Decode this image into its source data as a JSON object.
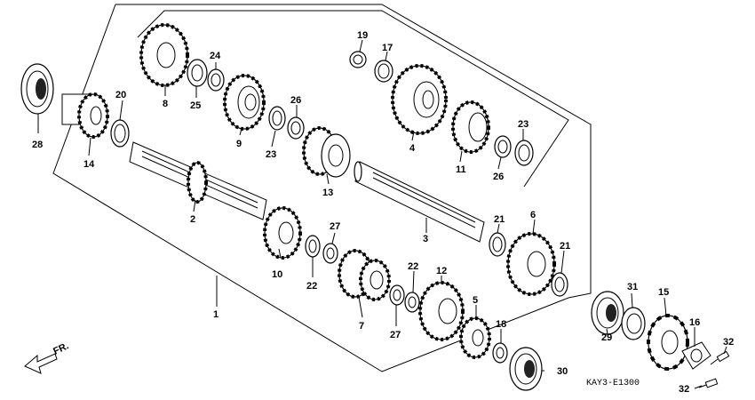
{
  "diagram": {
    "code": "KAY3-E1300",
    "direction_label": "FR.",
    "callouts": {
      "c1": "1",
      "c2": "2",
      "c3": "3",
      "c4": "4",
      "c5": "5",
      "c6": "6",
      "c7": "7",
      "c8": "8",
      "c9": "9",
      "c10": "10",
      "c11": "11",
      "c12": "12",
      "c13": "13",
      "c14": "14",
      "c15": "15",
      "c16": "16",
      "c17": "17",
      "c18": "18",
      "c19": "19",
      "c20": "20",
      "c21a": "21",
      "c21b": "21",
      "c22a": "22",
      "c22b": "22",
      "c23a": "23",
      "c23b": "23",
      "c24": "24",
      "c25": "25",
      "c26a": "26",
      "c26b": "26",
      "c27a": "27",
      "c27b": "27",
      "c28": "28",
      "c29": "29",
      "c30": "30",
      "c31": "31",
      "c32a": "32",
      "c32b": "32"
    }
  }
}
